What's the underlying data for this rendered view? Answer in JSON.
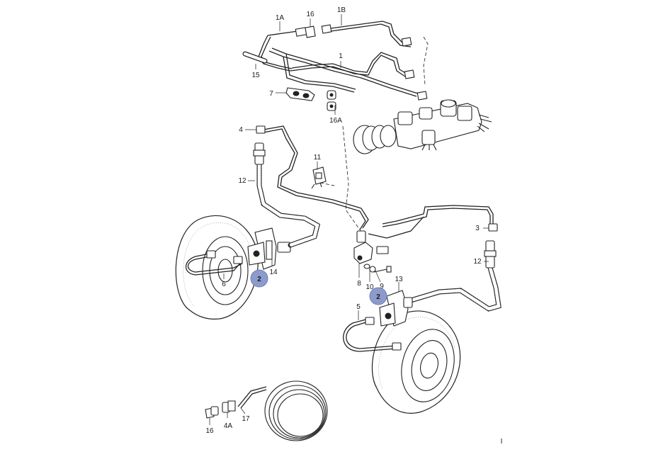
{
  "callouts": {
    "c1A": "1A",
    "c16_top": "16",
    "c1B": "1B",
    "c1": "1",
    "c15": "15",
    "c7": "7",
    "c16A": "16A",
    "c4": "4",
    "c11": "11",
    "c12_left": "12",
    "c3": "3",
    "c12_right": "12",
    "c14": "14",
    "c6": "6",
    "c8": "8",
    "c10": "10",
    "c9": "9",
    "c13": "13",
    "c5": "5",
    "c16_bottom": "16",
    "c4A": "4A",
    "c17": "17",
    "corner_mark": "I"
  },
  "badges": {
    "left": "2",
    "right": "2"
  },
  "colors": {
    "badge_fill": "#8c9bcc",
    "line": "#222222"
  }
}
